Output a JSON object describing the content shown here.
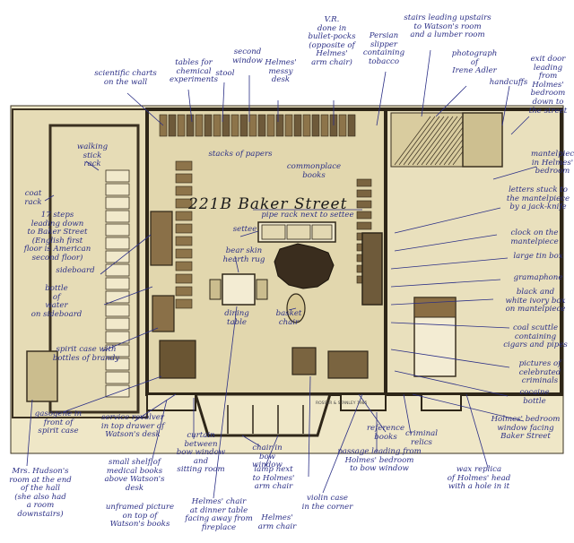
{
  "title": "221B Baker Street",
  "artist_signature": "ROSSER & STANLEY 1985",
  "colors": {
    "ink": "#2b2f86",
    "paper": "#efe7c7",
    "wall": "#3a3020",
    "floor": "#e2d7ae"
  },
  "labels": {
    "scientific_charts": "scientific charts\non the wall",
    "tables_chemical": "tables for\nchemical\nexperiments",
    "stool": "stool",
    "second_window": "second\nwindow",
    "messy_desk": "Helmes'\nmessy\ndesk",
    "vr_bullet_pocks": "V.R.\ndone in\nbullet-pocks\n(opposite of\nHelmes'\narm chair)",
    "persian_slipper": "Persian\nslipper\ncontaining\ntobacco",
    "stairs_upstairs": "stairs leading upstairs\nto Watson's room\nand a lumber room",
    "irene_adler": "photograph\nof\nIrene Adler",
    "handcuffs": "handcuffs",
    "exit_door": "exit door\nleading\nfrom\nHolmes'\nbedroom\ndown to\nthe street",
    "walking_stick_rack": "walking\nstick\nrack",
    "stacks_of_papers": "stacks of papers",
    "commonplace_books": "commonplace\nbooks",
    "mantelpiece_bedroom": "mantelpiece\nin Helmes'\nbedroom",
    "coat_rack": "coat\nrack",
    "letters_stuck": "letters stuck to\nthe mantelpiece\nby a jack-knife",
    "seventeen_steps": "17 steps\nleading down\nto Baker Street\n(English first\nfloor is American\nsecond floor)",
    "pipe_rack": "pipe rack next to settee",
    "settee": "settee",
    "clock": "clock on the\nmantelpiece",
    "bear_skin": "bear skin\nhearth rug",
    "large_tin_box": "large tin box",
    "gramaphone": "gramaphone",
    "sideboard": "sideboard",
    "black_white_box": "black and\nwhite ivory box\non mantelpiece",
    "bottle_water": "bottle\nof\nwater\non sideboard",
    "dining_table": "dining\ntable",
    "basket_chair": "basket\nchair",
    "coal_scuttle": "coal scuttle\ncontaining\ncigars and pipes",
    "spirit_case": "spirit case with\nbottles of brandy",
    "pictures_criminals": "pictures of\ncelebrated\ncriminals",
    "cocaine_bottle": "cocaine\nbottle",
    "gasogene": "gasogene in\nfront of\nspirit case",
    "service_revolver": "service revolver\nin top drawer of\nWatson's desk",
    "curtain": "curtain\nbetween\nbow window\nand\nsitting room",
    "reference_books": "reference\nbooks",
    "criminal_relics": "criminal\nrelics",
    "bedroom_window": "Holmes' bedroom\nwindow facing\nBaker Street",
    "small_shelf": "small shelf of\nmedical books\nabove Watson's\ndesk",
    "chair_bow_window": "chair in\nbow window",
    "passage": "passage leading from\nHolmes' bedroom\nto bow window",
    "mrs_hudson": "Mrs. Hudson's\nroom at the end\nof the hall\n(she also had\na room\ndownstairs)",
    "lamp": "lamp next\nto Holmes'\narm chair",
    "wax_replica": "wax replica\nof Holmes' head\nwith a hole in it",
    "unframed_picture": "unframed picture\non top of\nWatson's books",
    "dinner_chair": "Helmes' chair\nat dinner table\nfacing away from\nfireplace",
    "arm_chair": "Helmes'\narm chair",
    "violin_case": "violin case\nin the corner"
  }
}
